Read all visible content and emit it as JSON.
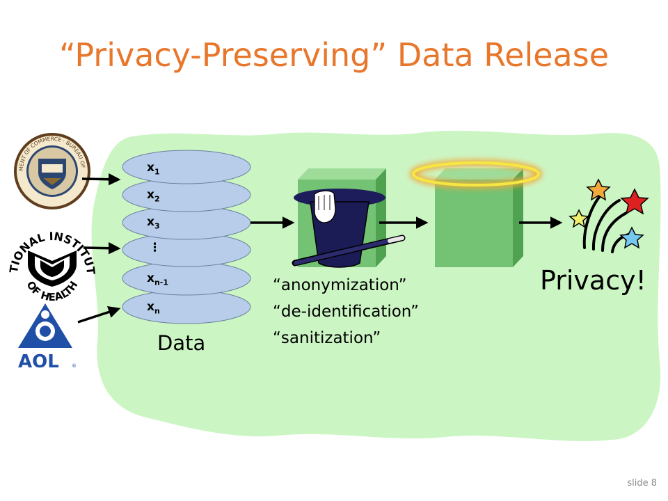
{
  "slide": {
    "title": "“Privacy-Preserving” Data Release",
    "number": "slide 8"
  },
  "data_stack": {
    "items": [
      {
        "base": "x",
        "sub": "1"
      },
      {
        "base": "x",
        "sub": "2"
      },
      {
        "base": "x",
        "sub": "3"
      },
      {
        "base": "⋮",
        "sub": ""
      },
      {
        "base": "x",
        "sub": "n-1"
      },
      {
        "base": "x",
        "sub": "n"
      }
    ],
    "label": "Data"
  },
  "process_labels": [
    "“anonymization”",
    "“de-identification”",
    "“sanitization”"
  ],
  "result_label": "Privacy!",
  "logos": {
    "census": {
      "icon": "census-bureau-seal-icon",
      "ring_text": "U.S. DEPARTMENT OF COMMERCE · BUREAU OF THE CENSUS"
    },
    "nih": {
      "icon": "nih-logo-icon",
      "text_top": "NATIONAL INSTITUTES",
      "text_bottom": "OF HEALTH"
    },
    "aol": {
      "icon": "aol-logo-icon",
      "text": "AOL"
    }
  },
  "colors": {
    "title": "#e8762b",
    "background_blob": "#ccf5c4",
    "disk": "#b7cdea",
    "box_front": "#74c274",
    "box_side": "#4fa24f",
    "box_top": "#9fdc9a",
    "halo": "#f5e842"
  }
}
